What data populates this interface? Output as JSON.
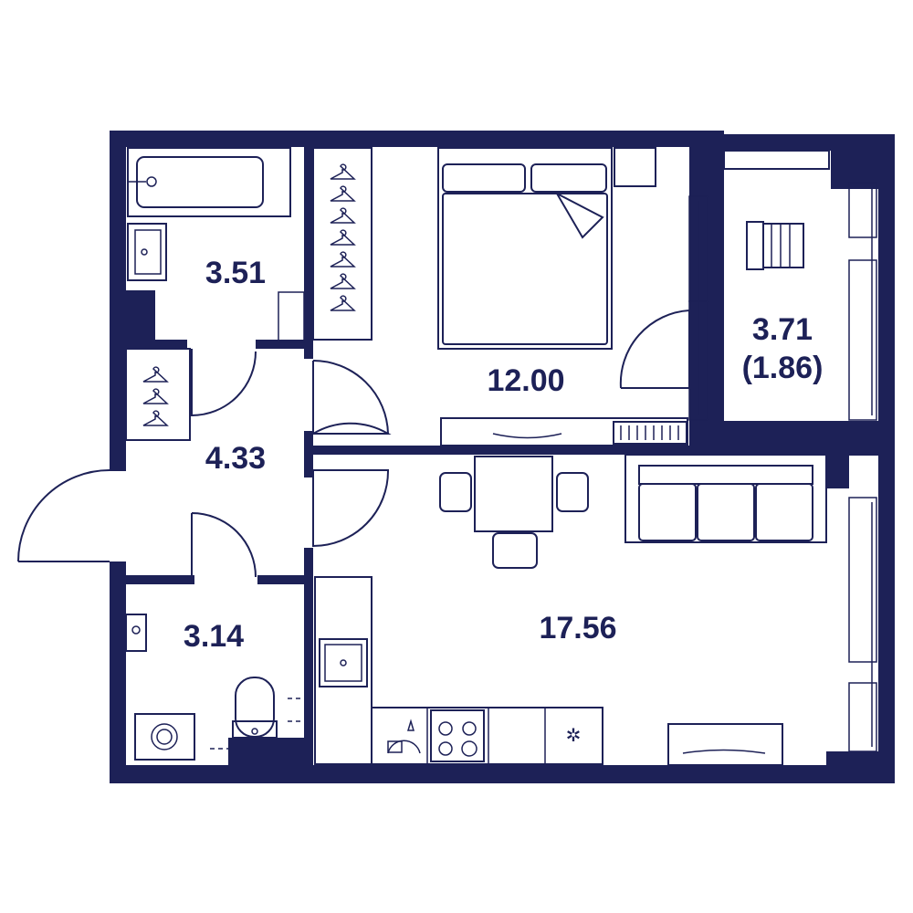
{
  "colors": {
    "wall": "#1d2157",
    "background": "#ffffff",
    "label": "#1d2157"
  },
  "rooms": {
    "bathroom": {
      "area": "3.51"
    },
    "bedroom": {
      "area": "12.00"
    },
    "balcony": {
      "area": "3.71",
      "reduced_area": "(1.86)"
    },
    "hallway": {
      "area": "4.33"
    },
    "toilet": {
      "area": "3.14"
    },
    "kitchen_living": {
      "area": "17.56"
    }
  },
  "icons": [
    "bathtub-icon",
    "sink-icon",
    "hanger-icon",
    "bed-icon",
    "chair-icon",
    "sofa-icon",
    "dining-table-icon",
    "stove-icon",
    "dishwasher-icon",
    "fridge-icon",
    "toilet-icon",
    "washing-machine-icon",
    "radiator-icon"
  ]
}
